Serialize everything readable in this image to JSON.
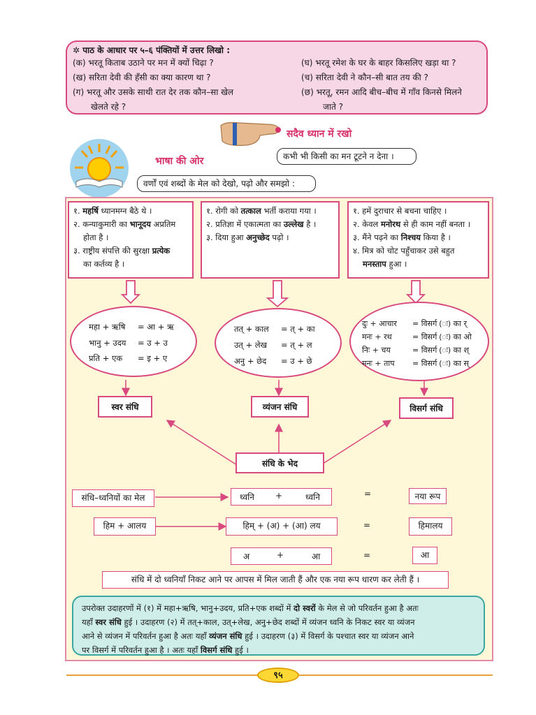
{
  "questions": {
    "heading": "✲  पाठ के आधार पर ५–६ पंक्तियों में उत्तर लिखो :",
    "left": [
      "(क) भरतू किताब उठाने पर मन में क्यों चिढ़ा ?",
      "(ख) सरिता देवी की हँसी का क्या कारण था ?",
      "(ग) भरतू और उसके साथी रात देर तक कौन–सा खेल",
      "खेलते रहे ?"
    ],
    "right": [
      "(घ) भरतू रमेश के घर के बाहर किसलिए खड़ा था ?",
      "(च) सरिता देवी ने कौन–सी बात तय की ?",
      "(छ) भरतू, रमन आदि बीच–बीच में गाँव किनसे मिलने",
      "जाते ?"
    ]
  },
  "remember": {
    "title": "सदैव ध्यान में रखो",
    "text": "कभी भी किसी का मन  टूटने न देना ।"
  },
  "bhasha": {
    "title": "भाषा की ओर",
    "instruction": "वर्णों एवं शब्दों के मेल को देखो, पढ़ो और समझो :"
  },
  "examples": {
    "box1": {
      "l1_pre": "१. ",
      "l1_bold": "महर्षि",
      "l1_post": " ध्यानमग्न बैठे थे ।",
      "l2_pre": "२. कन्याकुमारी का ",
      "l2_bold": "भानूदय",
      "l2_post": " अप्रतिम",
      "l2b": "होता है ।",
      "l3_pre": "३. राष्ट्रीय संपत्ति की सुरक्षा ",
      "l3_bold": "प्रत्येक",
      "l3b": "का कर्तव्य है ।"
    },
    "box2": {
      "l1_pre": "१. रोगी को ",
      "l1_bold": "तत्काल",
      "l1_post": " भर्ती कराया गया ।",
      "l2_pre": "२. प्रतिज्ञा में एकात्मता का ",
      "l2_bold": "उल्लेख",
      "l2_post": " है ।",
      "l3_pre": "३. दिया हुआ ",
      "l3_bold": "अनुच्छेद",
      "l3_post": " पढ़ो ।"
    },
    "box3": {
      "l1": "१. हमें दुराचार से बचना चाहिए ।",
      "l2_pre": "२. केवल ",
      "l2_bold": "मनोरथ",
      "l2_post": " से ही काम नहीं बनता ।",
      "l3_pre": "३. मैंने पढ़ने का ",
      "l3_bold": "निश्चय",
      "l3_post": " किया है ।",
      "l4": "४. मित्र को चोट पहुँचाकर उसे बहुत",
      "l4b": "मनस्ताप",
      "l4c": " हुआ ।"
    }
  },
  "ovals": {
    "swar": [
      [
        "महा + ऋषि",
        "= आ + ऋ"
      ],
      [
        "भानु + उदय",
        "= उ + उ"
      ],
      [
        "प्रति + एक",
        "= इ + ए"
      ]
    ],
    "vyanjan": [
      [
        "तत् + काल",
        "= त् + का"
      ],
      [
        "उत् + लेख",
        "= त् + ल"
      ],
      [
        "अनु + छेद",
        "= उ + छे"
      ]
    ],
    "visarg": [
      [
        "दुः + आचार",
        "= विसर्ग (ः) का र्"
      ],
      [
        "मनः + रथ",
        "= विसर्ग (ः) का ओ"
      ],
      [
        "निः + चय",
        "= विसर्ग (ः) का श्"
      ],
      [
        "मनः + ताप",
        "= विसर्ग (ः) का स्"
      ]
    ]
  },
  "sandhi_types": {
    "swar": "स्वर संधि",
    "vyanjan": "व्यंजन संधि",
    "visarg": "विसर्ग संधि",
    "bhed": "संधि के भेद"
  },
  "formula": {
    "row1_left": "संधि–ध्वनियों का मेल",
    "row1_a": "ध्वनि",
    "row1_plus": "+",
    "row1_b": "ध्वनि",
    "row1_eq": "=",
    "row1_res": "नया रूप",
    "row2_left": "हिम + आलय",
    "row2_mid": "हिम् + (अ) +     (आ) लय",
    "row2_eq": "=",
    "row2_res": "हिमालय",
    "row3_a": "अ",
    "row3_plus": "+",
    "row3_b": "आ",
    "row3_eq": "=",
    "row3_res": "आ",
    "definition": "संधि में दो ध्वनियाँ निकट आने पर आपस में मिल जाती हैं और एक नया रूप धारण कर लेती हैं ।"
  },
  "summary": {
    "p1": "उपरोक्त उदाहरणों में (१) में महा+ऋषि, भानु+उदय, प्रति+एक शब्दों में ",
    "b1": "दो स्वरों",
    "p2": " के मेल से जो परिवर्तन हुआ है अतः",
    "p3": "यहाँ ",
    "b2": "स्वर संधि",
    "p4": " हुई । उदाहरण (२) में तत्+काल, उत्+लेख, अनु+छेद शब्दों में व्यंजन ध्वनि के निकट स्वर या व्यंजन",
    "p5": "आने से व्यंजन में परिवर्तन हुआ है अतः यहाँ ",
    "b3": "व्यंजन संधि",
    "p6": " हुई । उदाहरण (३) में विसर्ग के पश्चात स्वर या व्यंजन आने",
    "p7": "पर विसर्ग में परिवर्तन हुआ है । अतः यहाँ ",
    "b4": "विसर्ग संधि",
    "p8": " हुई ।"
  },
  "page_number": "९५"
}
